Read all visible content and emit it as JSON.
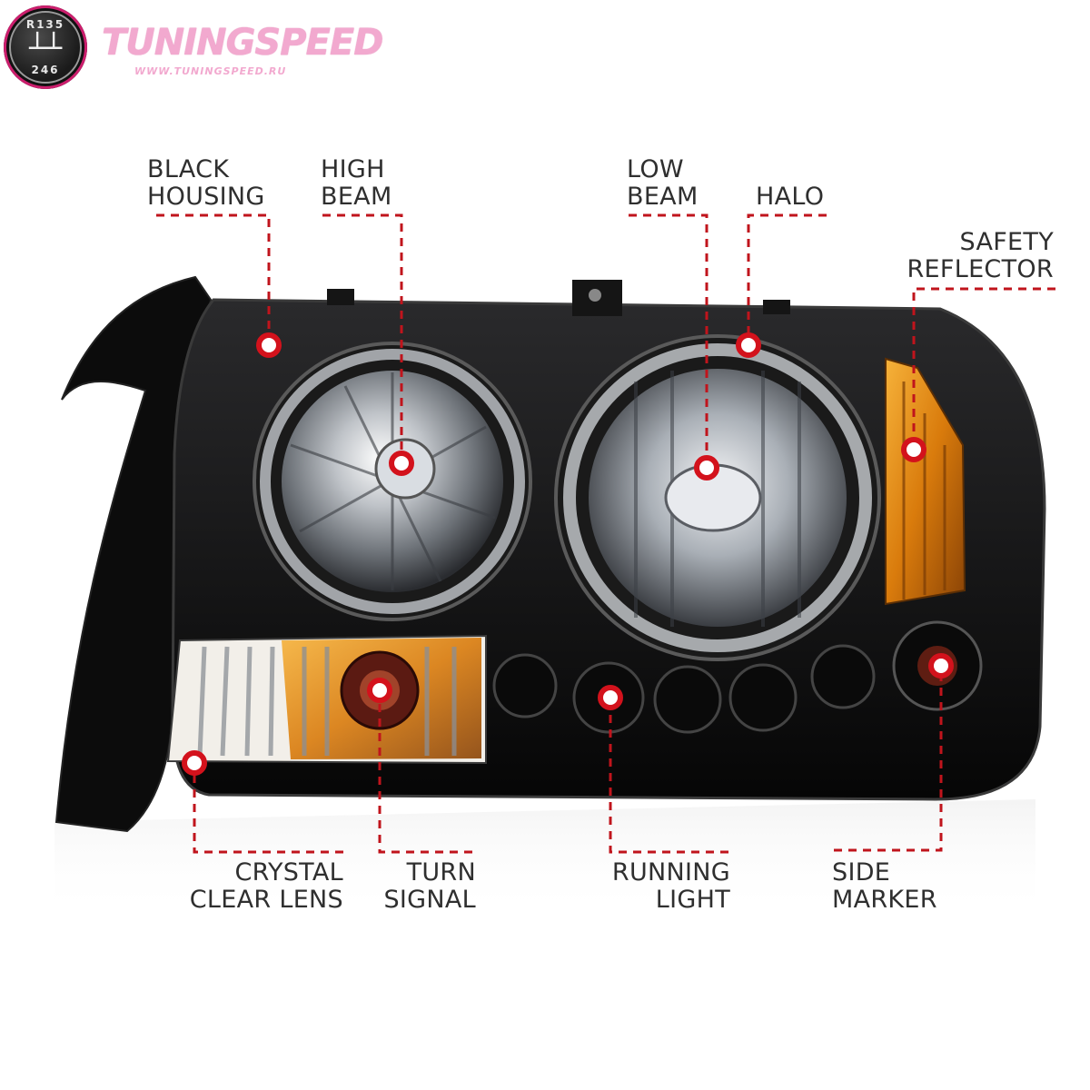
{
  "logo": {
    "title": "TUNINGSPEED",
    "url": "WWW.TUNINGSPEED.RU",
    "badge_top": "R135",
    "badge_bottom": "246",
    "badge_icon": "gear-shift-icon"
  },
  "labels": {
    "black_housing": [
      "BLACK",
      "HOUSING"
    ],
    "high_beam": [
      "HIGH",
      "BEAM"
    ],
    "low_beam": [
      "LOW",
      "BEAM"
    ],
    "halo": [
      "HALO"
    ],
    "safety_reflector": [
      "SAFETY",
      "REFLECTOR"
    ],
    "crystal_clear_lens": [
      "CRYSTAL",
      "CLEAR LENS"
    ],
    "turn_signal": [
      "TURN",
      "SIGNAL"
    ],
    "running_light": [
      "RUNNING",
      "LIGHT"
    ],
    "side_marker": [
      "SIDE",
      "MARKER"
    ]
  },
  "colors": {
    "leader_line": "#c0141c",
    "marker_dot": "#d3121c",
    "housing": "#121212",
    "amber": "#e08a12",
    "label_text": "#2f2f2f",
    "logo_pink": "#f2a9cf"
  }
}
